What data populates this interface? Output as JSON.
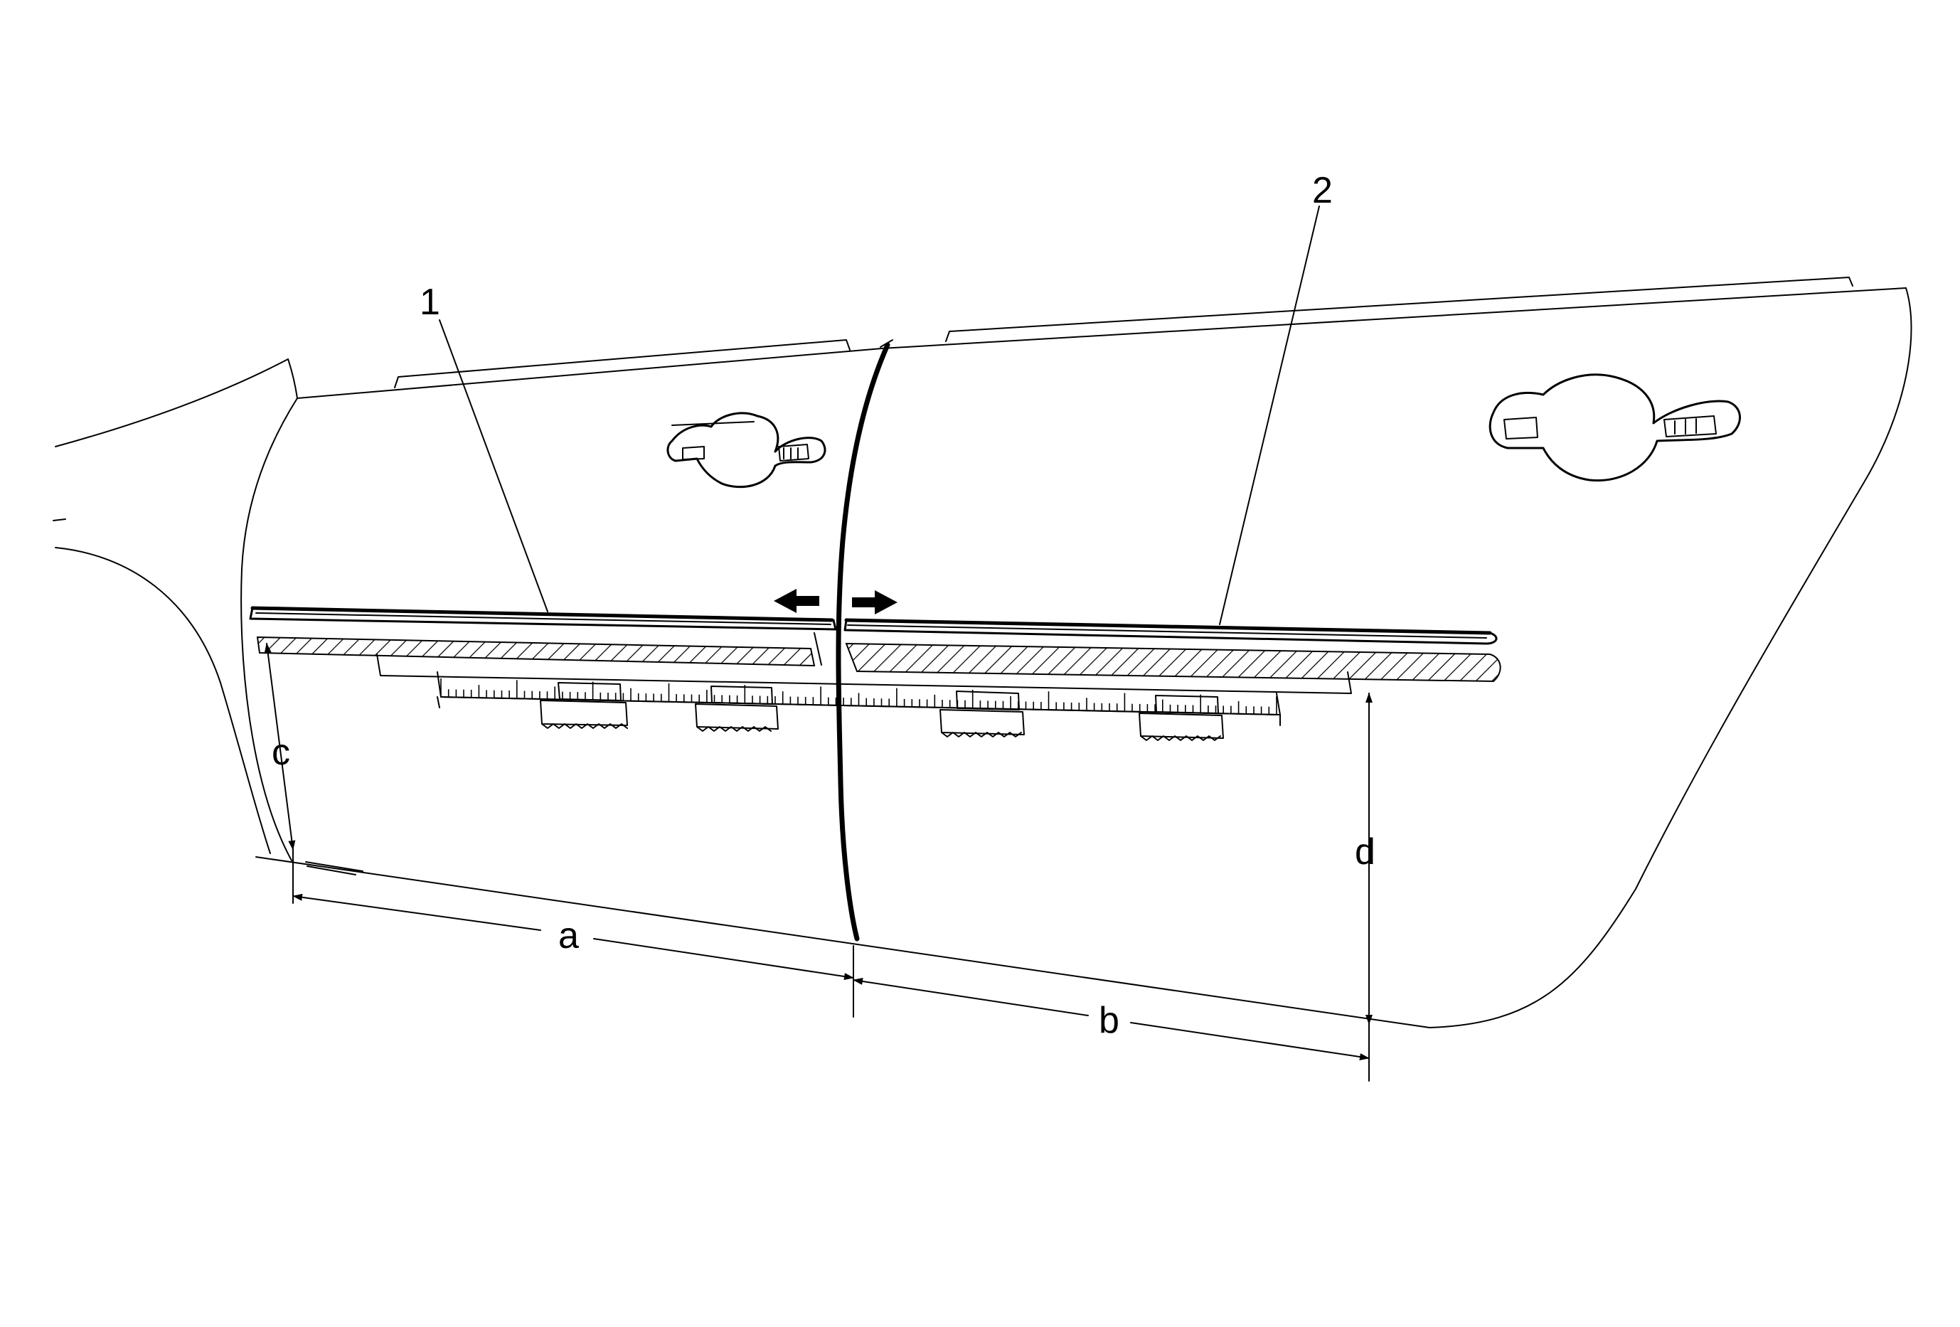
{
  "callouts": {
    "item_1": "1",
    "item_2": "2"
  },
  "dimensions": {
    "a": "a",
    "b": "b",
    "c": "c",
    "d": "d"
  },
  "colors": {
    "line": "#000000",
    "background": "#ffffff"
  }
}
